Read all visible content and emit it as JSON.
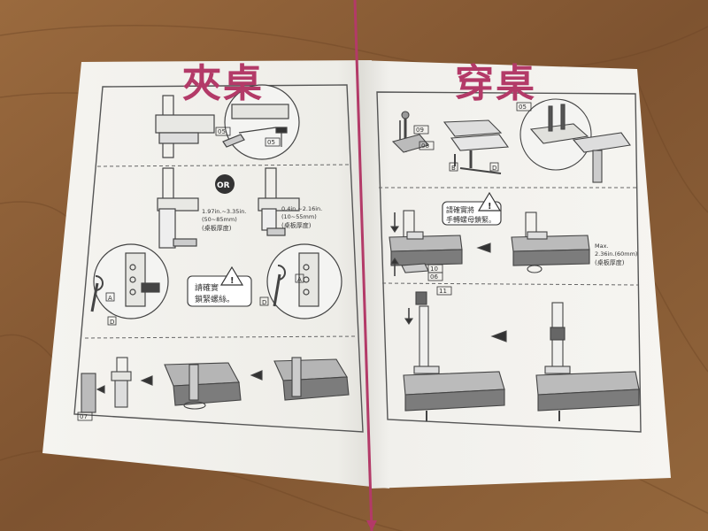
{
  "overlay_titles": {
    "left": "夾桌",
    "right": "穿桌"
  },
  "left_page": {
    "badge_or": "OR",
    "label_05_a": "05",
    "label_05_b": "05",
    "range1_line1": "1.97in.~3.35in.",
    "range1_line2": "(50~85mm)",
    "range1_label": "(桌板厚度)",
    "range2_line1": "0.4in.~2.16in.",
    "range2_line2": "(10~55mm)",
    "range2_label": "(桌板厚度)",
    "warning_line1": "請確實",
    "warning_line2": "鎖緊螺絲。",
    "letter_A1": "A",
    "letter_D1": "D",
    "letter_A2": "A",
    "letter_D2": "D",
    "label_07": "07"
  },
  "right_page": {
    "label_09": "09",
    "label_08": "08",
    "label_05": "05",
    "letter_B": "B",
    "letter_D": "D",
    "warning_line1": "請確實將",
    "warning_line2": "手轉螺母鎖緊。",
    "label_10": "10",
    "label_06": "06",
    "max_line1": "Max.",
    "max_line2": "2.36in.(60mm)",
    "max_label": "(桌板厚度)",
    "label_11": "11"
  },
  "colors": {
    "wood": "#8a5c34",
    "paper": "#f3f2ee",
    "accent": "#b33a68",
    "line": "#333333"
  }
}
